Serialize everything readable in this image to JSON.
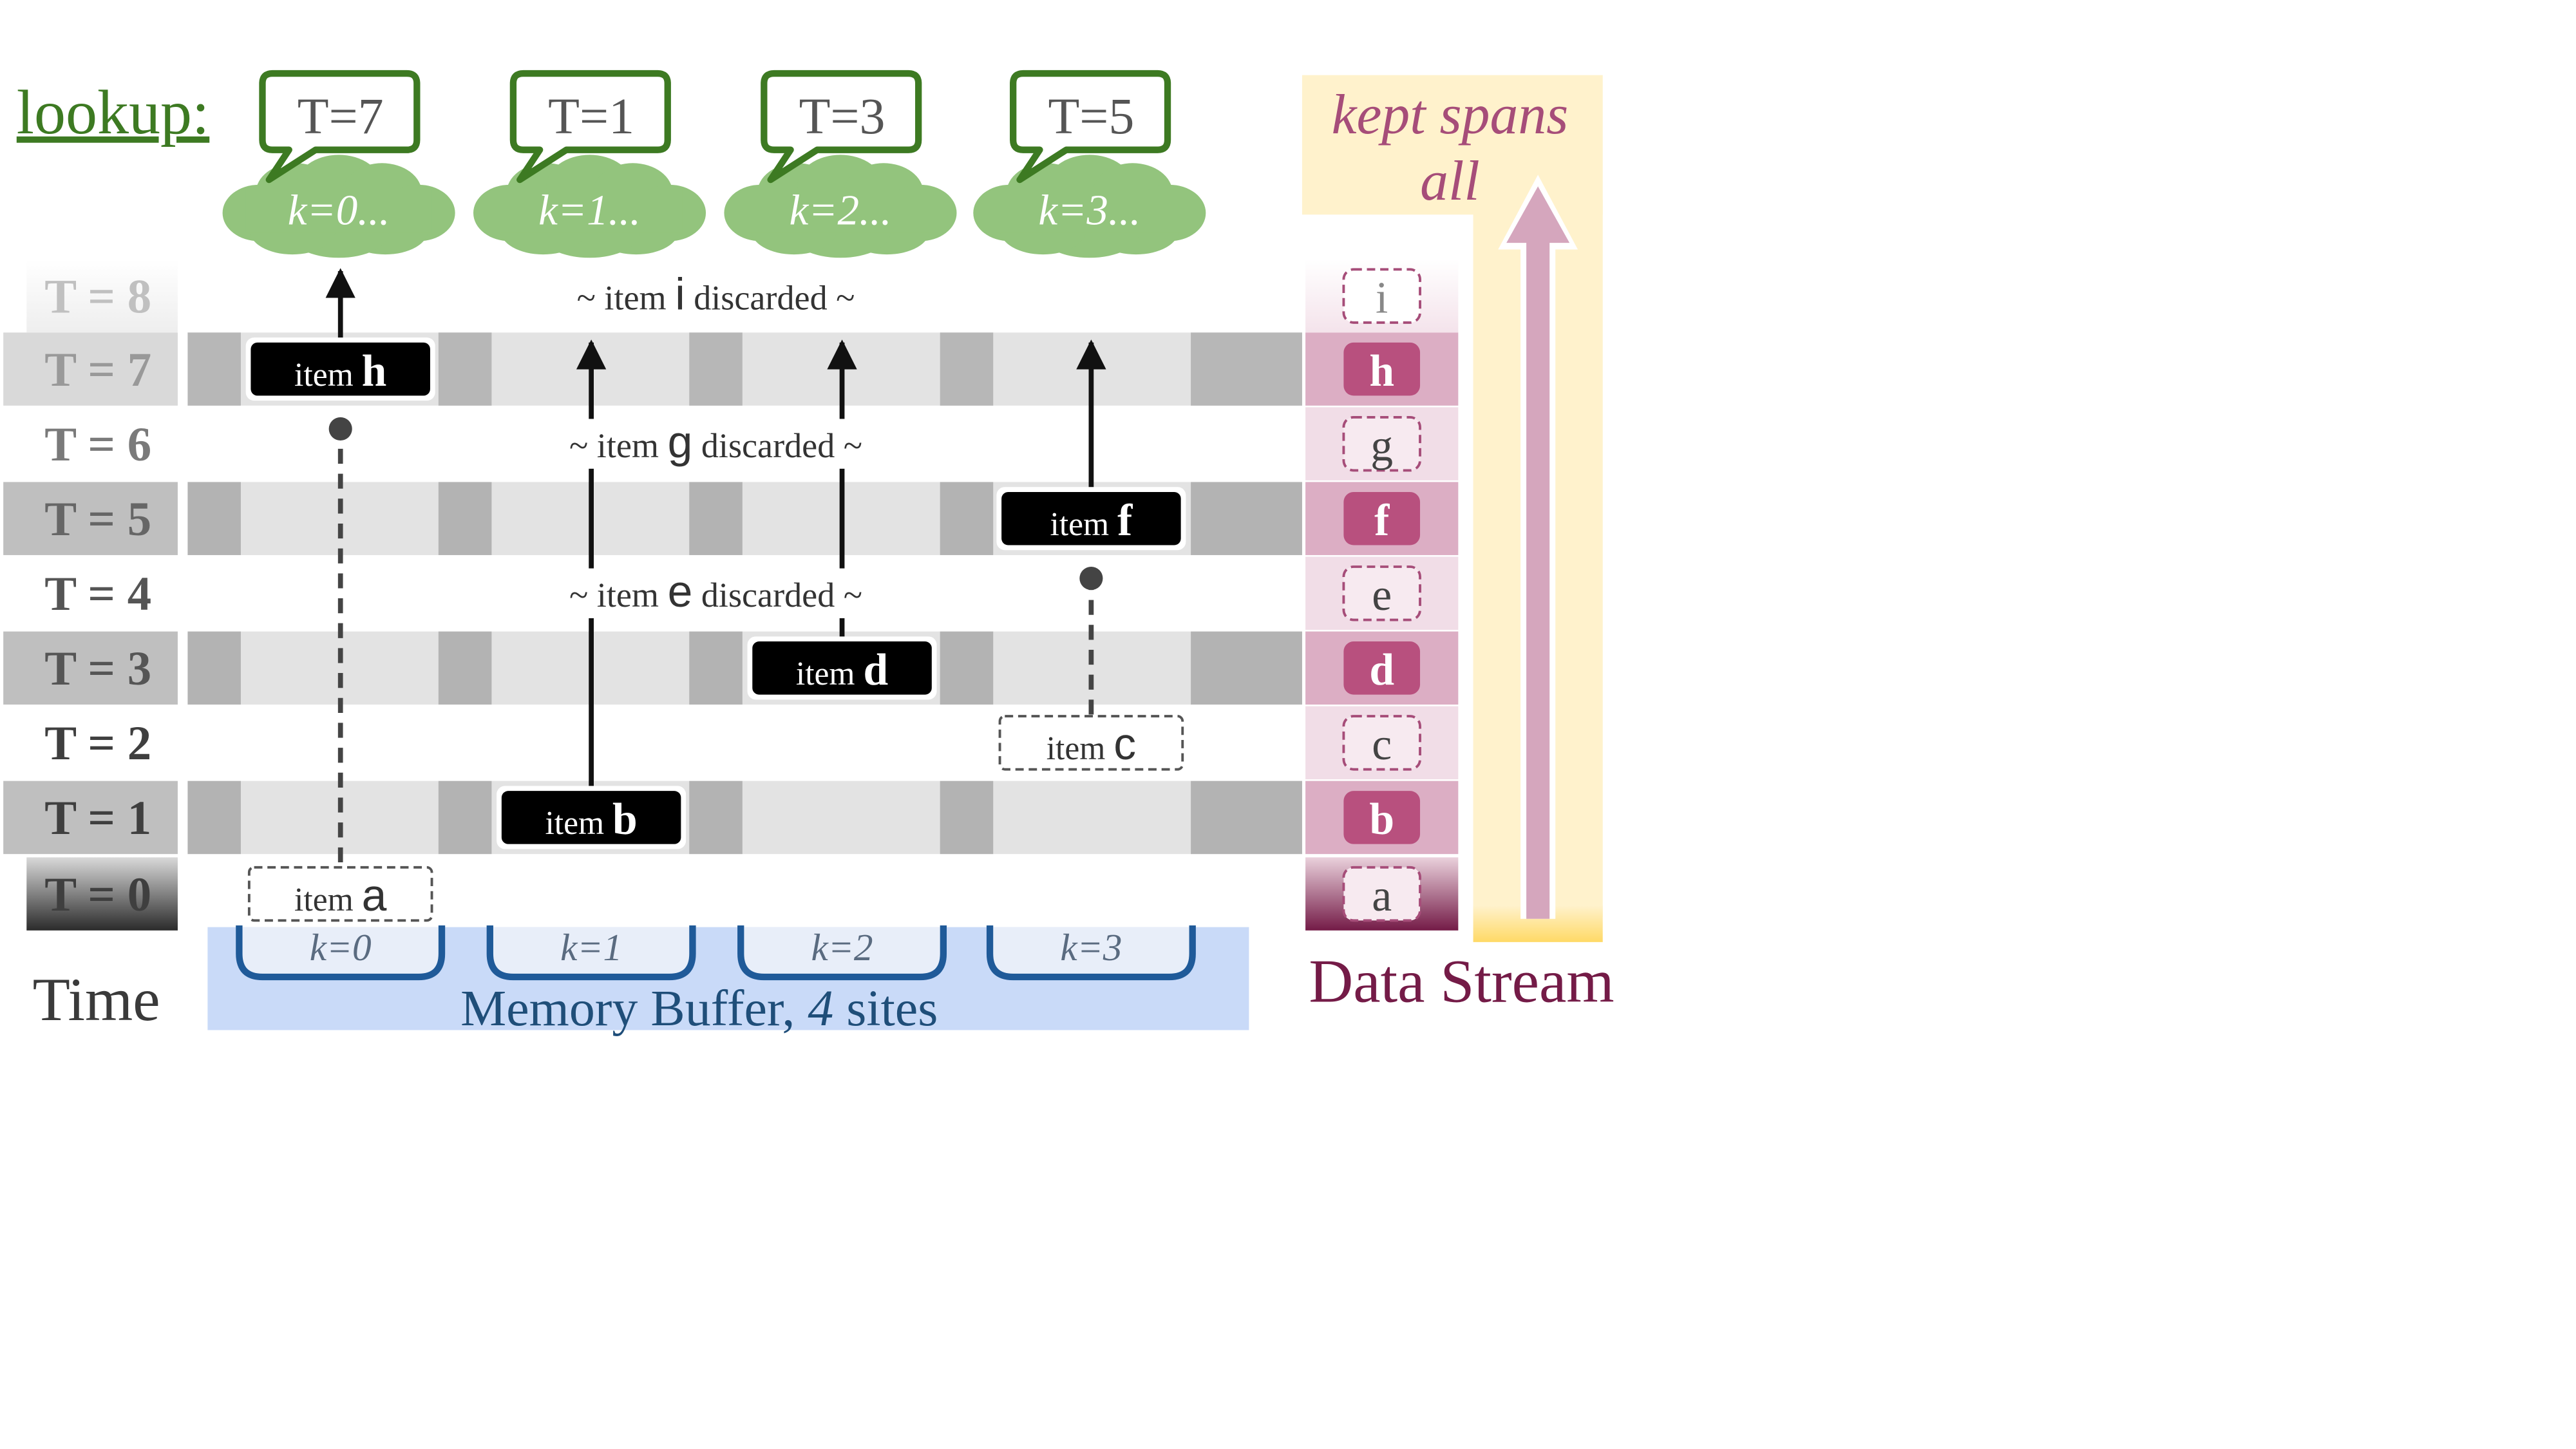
{
  "lookup_label": "lookup:",
  "sites": [
    {
      "id": 0,
      "k_label": "k=0",
      "bubble_text": "T=7",
      "cloud_text": "k=0..."
    },
    {
      "id": 1,
      "k_label": "k=1",
      "bubble_text": "T=1",
      "cloud_text": "k=1..."
    },
    {
      "id": 2,
      "k_label": "k=2",
      "bubble_text": "T=3",
      "cloud_text": "k=2..."
    },
    {
      "id": 3,
      "k_label": "k=3",
      "bubble_text": "T=5",
      "cloud_text": "k=3..."
    }
  ],
  "time_rows": [
    {
      "label": "T = 0",
      "stream_item": "a",
      "kept": false
    },
    {
      "label": "T = 1",
      "stream_item": "b",
      "kept": true
    },
    {
      "label": "T = 2",
      "stream_item": "c",
      "kept": false
    },
    {
      "label": "T = 3",
      "stream_item": "d",
      "kept": true
    },
    {
      "label": "T = 4",
      "stream_item": "e",
      "kept": false
    },
    {
      "label": "T = 5",
      "stream_item": "f",
      "kept": true
    },
    {
      "label": "T = 6",
      "stream_item": "g",
      "kept": false
    },
    {
      "label": "T = 7",
      "stream_item": "h",
      "kept": true
    },
    {
      "label": "T = 8",
      "stream_item": "i",
      "kept": false
    }
  ],
  "buffer_items": [
    {
      "prefix": "item",
      "name": "a",
      "style": "dashed"
    },
    {
      "prefix": "item",
      "name": "b",
      "style": "solid"
    },
    {
      "prefix": "item",
      "name": "c",
      "style": "dashed"
    },
    {
      "prefix": "item",
      "name": "d",
      "style": "solid"
    },
    {
      "prefix": "item",
      "name": "f",
      "style": "solid"
    },
    {
      "prefix": "item",
      "name": "h",
      "style": "solid"
    }
  ],
  "discarded_notes": [
    {
      "before": "~ item ",
      "name": "e",
      "after": " discarded ~"
    },
    {
      "before": "~ item ",
      "name": "g",
      "after": " discarded ~"
    },
    {
      "before": "~ item ",
      "name": "i",
      "after": " discarded ~"
    }
  ],
  "time_axis_label": "Time",
  "buffer_caption": {
    "before": "Memory Buffer, ",
    "count": "4",
    "after": " sites"
  },
  "stream_label": "Data Stream",
  "kept_spans": {
    "line1": "kept spans",
    "line2": "all"
  },
  "colors": {
    "green": "#3d7a22",
    "cloud": "#93c47d",
    "buffer_blue": "#1f5a99",
    "buffer_bg": "#c9daf8",
    "slot_bg": "#e8eef9",
    "kept_magenta": "#b8507e",
    "stream_text": "#741b47",
    "kept_spans_text": "#a64d79",
    "highlight": "#fff2cc",
    "arrow_fill": "#d5a6bd"
  }
}
